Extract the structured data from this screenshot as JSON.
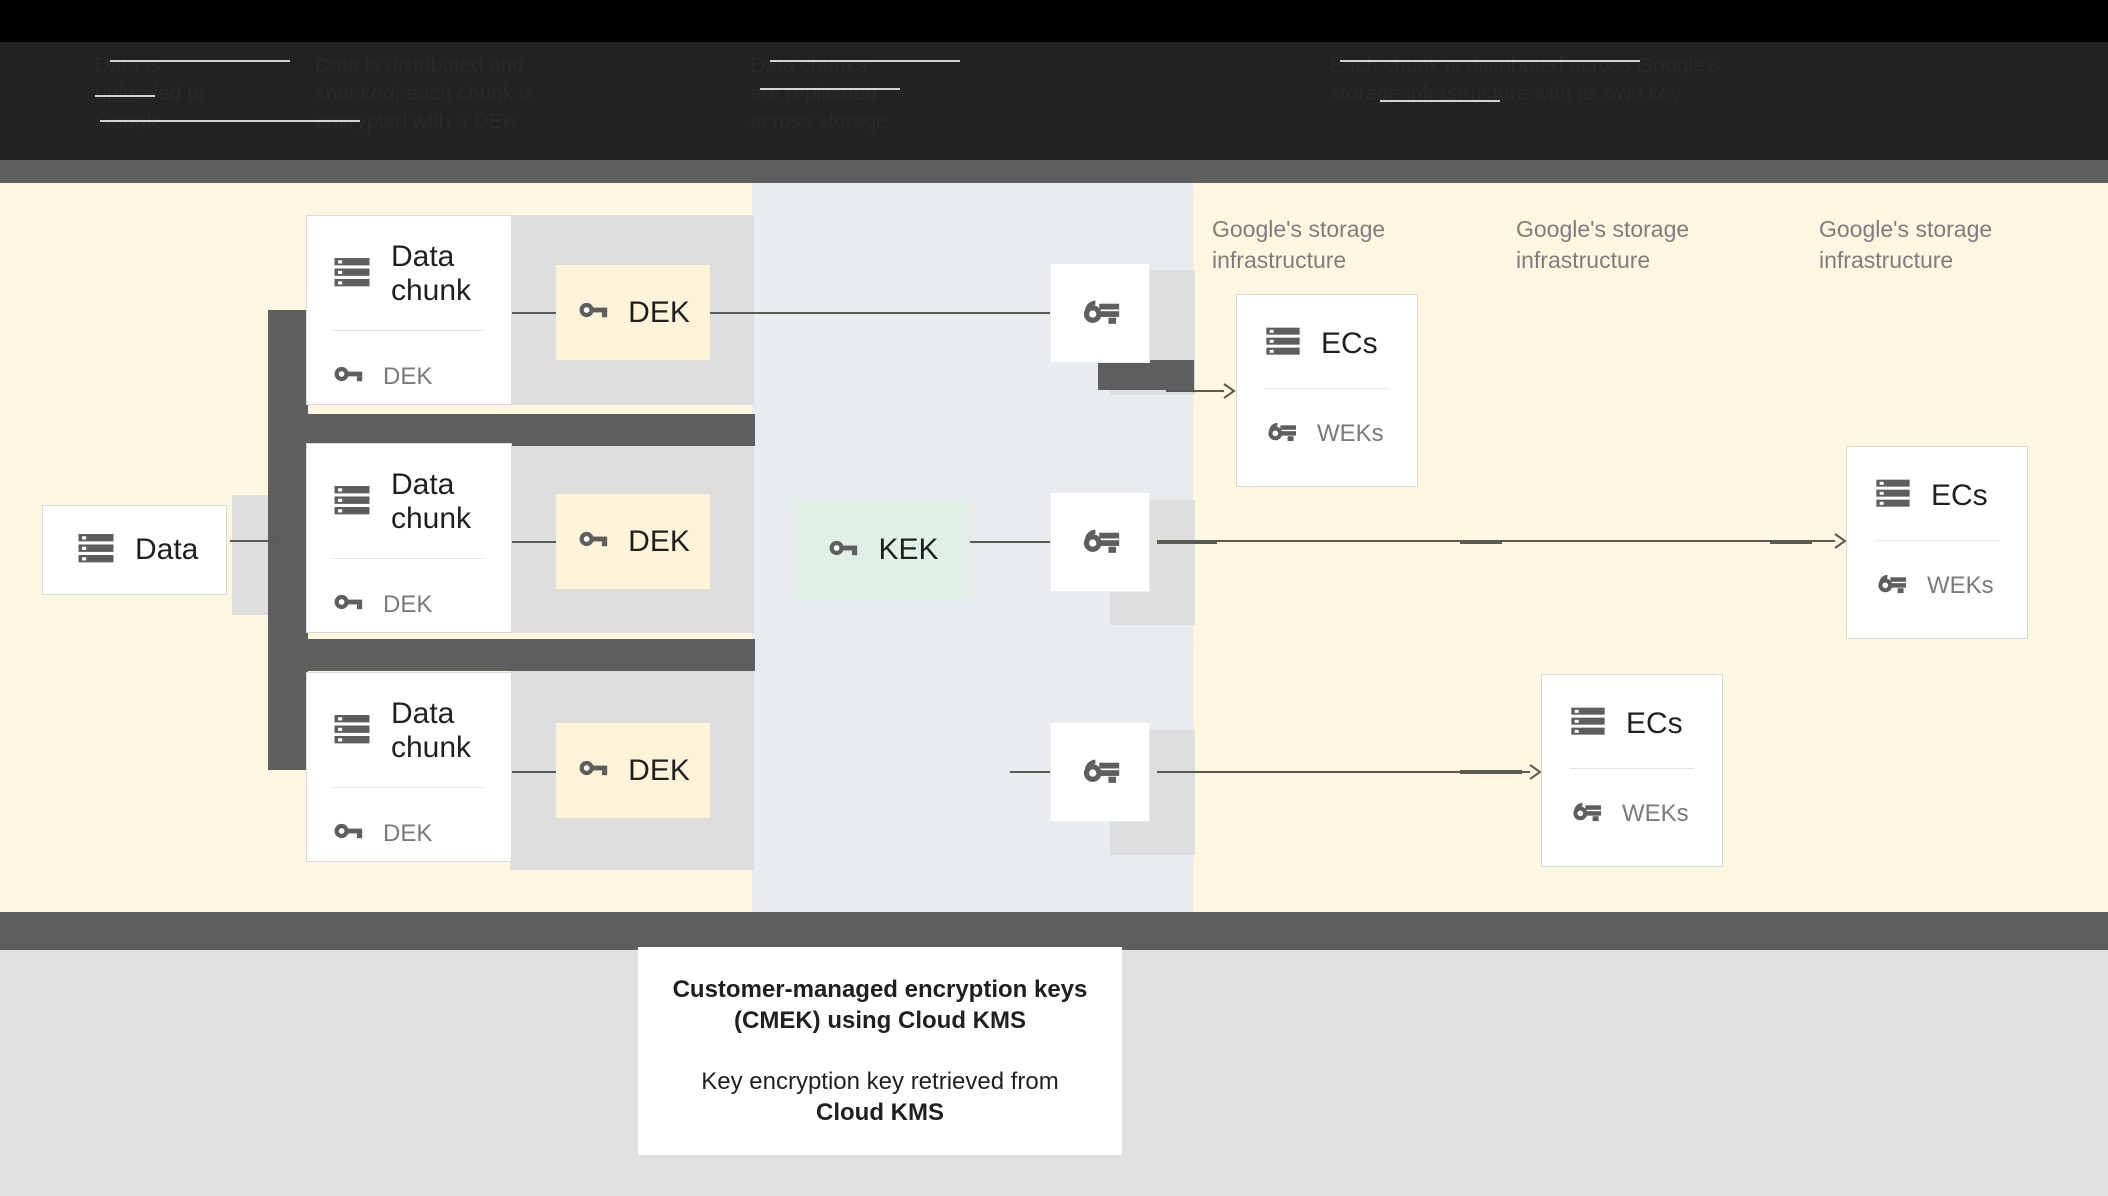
{
  "header": {
    "obscured": true,
    "note": "dark banner with low-contrast, largely illegible text",
    "columns": [
      {
        "text": "Data is\nuploaded to\nGoogle"
      },
      {
        "text": "Data is distributed and\nchunked; each chunk is\nencrypted with a DEK"
      },
      {
        "text": "Data chunks\nare replicated\nacross storage"
      },
      {
        "text": "Each chunk is distributed across Google's\nstorage infrastructure with its own key"
      }
    ]
  },
  "panels": {
    "left_color": "#fdf6e0",
    "middle_color": "#e8ecee",
    "right_color": "#fdf6e0",
    "band_color": "#5e5e5e",
    "bottom_color": "#e0e0e0"
  },
  "diagram": {
    "data_card": {
      "title": "Data",
      "icon": "server-icon"
    },
    "chunk_cards": [
      {
        "title": "Data chunk",
        "sub": "DEK",
        "icon": "server-icon",
        "sub_icon": "key-icon"
      },
      {
        "title": "Data chunk",
        "sub": "DEK",
        "icon": "server-icon",
        "sub_icon": "key-icon"
      },
      {
        "title": "Data chunk",
        "sub": "DEK",
        "icon": "server-icon",
        "sub_icon": "key-icon"
      }
    ],
    "dek_boxes": [
      {
        "label": "DEK",
        "icon": "key-icon",
        "color": "#fdf3d9"
      },
      {
        "label": "DEK",
        "icon": "key-icon",
        "color": "#fdf3d9"
      },
      {
        "label": "DEK",
        "icon": "key-icon",
        "color": "#fdf3d9"
      }
    ],
    "kek_box": {
      "label": "KEK",
      "icon": "key-icon",
      "color": "#dff0e7"
    },
    "wek_key_cards": [
      {
        "icon": "double-key-icon"
      },
      {
        "icon": "double-key-icon"
      },
      {
        "icon": "double-key-icon"
      }
    ],
    "infra_labels": [
      {
        "text": "Google's storage\ninfrastructure"
      },
      {
        "text": "Google's storage\ninfrastructure"
      },
      {
        "text": "Google's storage\ninfrastructure"
      }
    ],
    "ec_cards": [
      {
        "title": "ECs",
        "sub": "WEKs",
        "icon": "server-icon",
        "sub_icon": "double-key-icon"
      },
      {
        "title": "ECs",
        "sub": "WEKs",
        "icon": "server-icon",
        "sub_icon": "double-key-icon"
      },
      {
        "title": "ECs",
        "sub": "WEKs",
        "icon": "server-icon",
        "sub_icon": "double-key-icon"
      }
    ]
  },
  "caption": {
    "line1": "Customer-managed encryption keys",
    "line2": "(CMEK) using Cloud KMS",
    "line3": "Key encryption key retrieved from",
    "line4": "Cloud KMS"
  }
}
